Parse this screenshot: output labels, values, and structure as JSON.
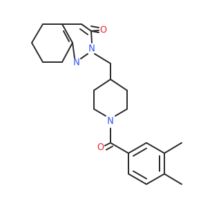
{
  "molecule": {
    "atoms": {
      "o_ketone": {
        "symbol": "O",
        "color": "#e8252a"
      },
      "n2": {
        "symbol": "N",
        "color": "#3050f8"
      },
      "n1": {
        "symbol": "N",
        "color": "#3050f8"
      },
      "n_piperidine": {
        "symbol": "N",
        "color": "#3050f8"
      },
      "o_amide": {
        "symbol": "O",
        "color": "#e8252a"
      }
    },
    "bond_color": "#2b2b2b"
  }
}
